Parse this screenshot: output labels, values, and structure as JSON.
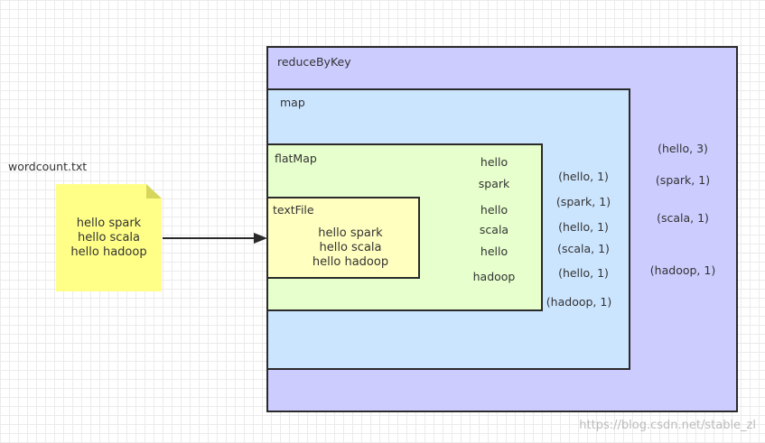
{
  "file_label": "wordcount.txt",
  "note_lines": [
    "hello spark",
    "hello scala",
    "hello hadoop"
  ],
  "boxes": {
    "reduceByKey": {
      "label": "reduceByKey",
      "fill": "#ccccff"
    },
    "map": {
      "label": "map",
      "fill": "#cce5ff"
    },
    "flatMap": {
      "label": "flatMap",
      "fill": "#e6ffcc"
    },
    "textFile": {
      "label": "textFile",
      "fill": "#ffffc0"
    }
  },
  "textfile_lines": [
    "hello spark",
    "hello scala",
    "hello hadoop"
  ],
  "flatmap_words": [
    "hello",
    "spark",
    "hello",
    "scala",
    "hello",
    "hadoop"
  ],
  "map_pairs": [
    "(hello, 1)",
    "(spark, 1)",
    "(hello, 1)",
    "(scala, 1)",
    "(hello, 1)",
    "(hadoop, 1)"
  ],
  "reduce_pairs": [
    "(hello, 3)",
    "(spark, 1)",
    "(scala, 1)",
    "(hadoop, 1)"
  ],
  "watermark": "https://blog.csdn.net/stable_zl"
}
